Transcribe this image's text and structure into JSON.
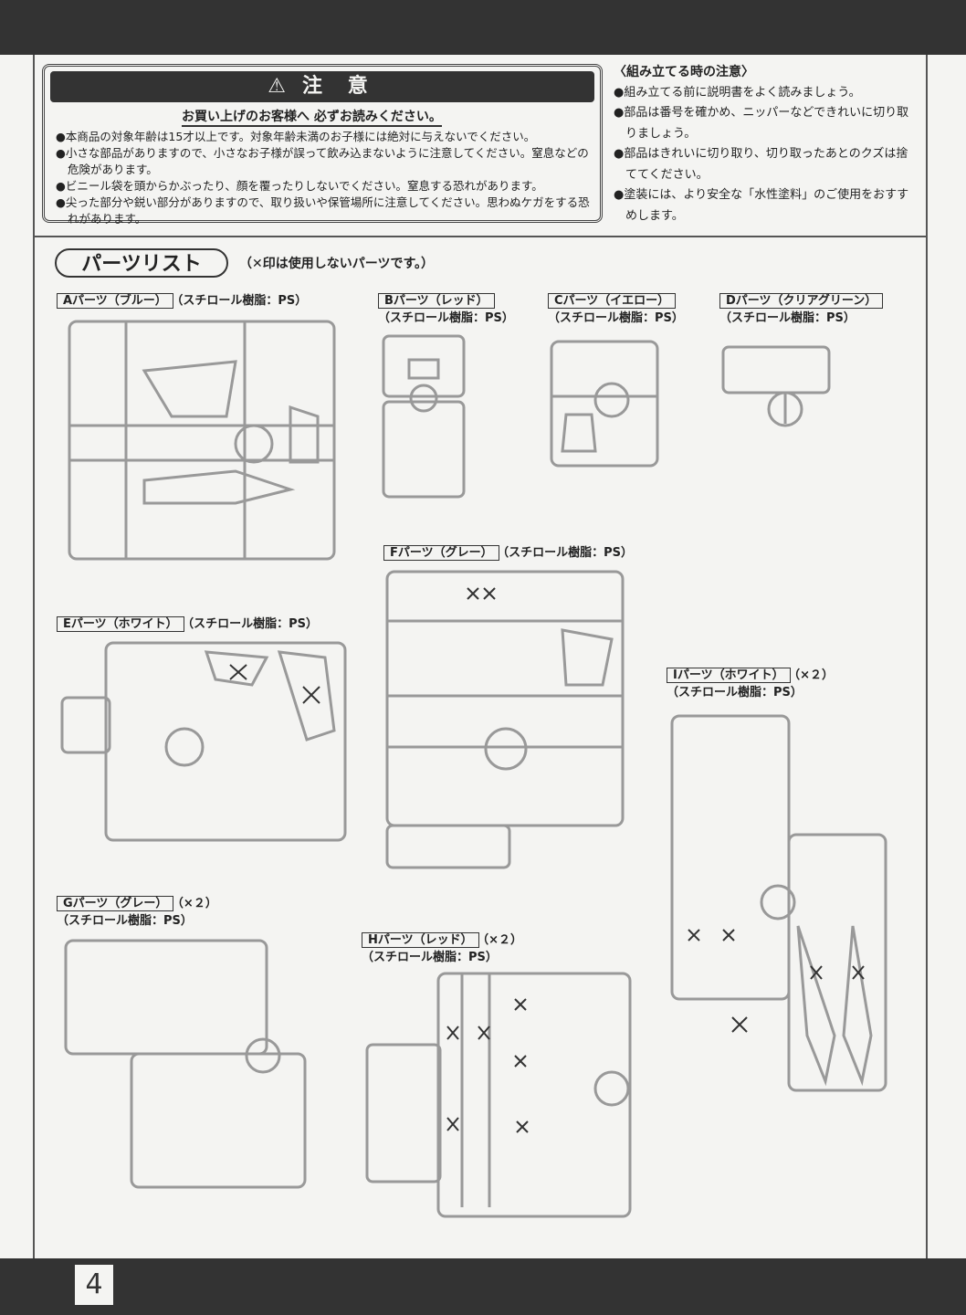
{
  "caution": {
    "title": "注 意",
    "subtitle": "お買い上げのお客様へ 必ずお読みください。",
    "items": [
      "●本商品の対象年齢は15才以上です。対象年齢未満のお子様には絶対に与えないでください。",
      "●小さな部品がありますので、小さなお子様が誤って飲み込まないように注意してください。窒息などの危険があります。",
      "●ビニール袋を頭からかぶったり、顔を覆ったりしないでください。窒息する恐れがあります。",
      "●尖った部分や鋭い部分がありますので、取り扱いや保管場所に注意してください。思わぬケガをする恐れがあります。"
    ]
  },
  "assembly": {
    "heading": "〈組み立てる時の注意〉",
    "items": [
      "●組み立てる前に説明書をよく読みましょう。",
      "●部品は番号を確かめ、ニッパーなどできれいに切り取りましょう。",
      "●部品はきれいに切り取り、切り取ったあとのクズは捨ててください。",
      "●塗装には、より安全な「水性塗料」のご使用をおすすめします。"
    ]
  },
  "parts_list": {
    "title": "パーツリスト",
    "note": "（✕印は使用しないパーツです。）"
  },
  "material": "（スチロール樹脂：PS）",
  "parts": [
    {
      "name": "Aパーツ（ブルー）",
      "qty": ""
    },
    {
      "name": "Bパーツ（レッド）",
      "qty": ""
    },
    {
      "name": "Cパーツ（イエロー）",
      "qty": ""
    },
    {
      "name": "Dパーツ（クリアグリーン）",
      "qty": ""
    },
    {
      "name": "Eパーツ（ホワイト）",
      "qty": ""
    },
    {
      "name": "Fパーツ（グレー）",
      "qty": ""
    },
    {
      "name": "Gパーツ（グレー）",
      "qty": "（×２）"
    },
    {
      "name": "Hパーツ（レッド）",
      "qty": "（×２）"
    },
    {
      "name": "Iパーツ（ホワイト）",
      "qty": "（×２）"
    }
  ],
  "page_number": "4"
}
